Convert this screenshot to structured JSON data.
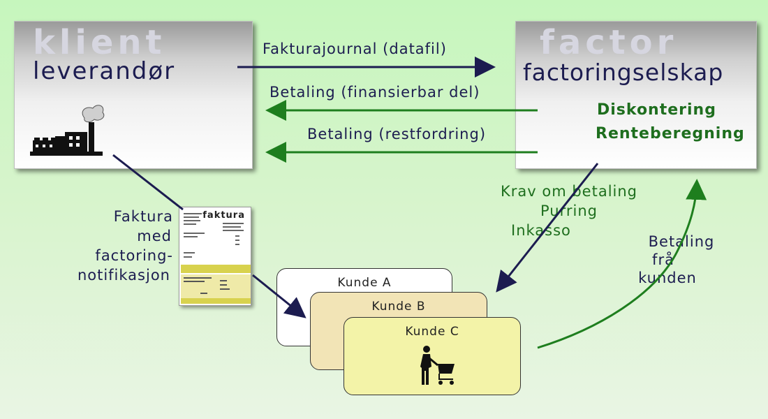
{
  "client_box": {
    "ghost": "klient",
    "title": "leverandør"
  },
  "factor_box": {
    "ghost": "factor",
    "title": "factoringselskap",
    "services": [
      "Diskontering",
      "Renteberegning"
    ]
  },
  "flows": {
    "invoice_journal": "Fakturajournal (datafil)",
    "payment_financeable": "Betaling (finansierbar del)",
    "payment_rest": "Betaling (restfordring)",
    "demand_lines": [
      "Krav om betaling",
      "Purring",
      "Inkasso"
    ],
    "customer_payment_lines": [
      "Betaling",
      "frå",
      "kunden"
    ],
    "invoice_note_lines": [
      "Faktura",
      "med",
      "factoring-",
      "notifikasjon"
    ]
  },
  "invoice_doc": {
    "title": "faktura"
  },
  "customers": [
    "Kunde A",
    "Kunde B",
    "Kunde C"
  ],
  "colors": {
    "navy": "#1c1c50",
    "green": "#1e6e1e",
    "card_a": "#ffffff",
    "card_b": "#f2e4b6",
    "card_c": "#f3f3a8"
  }
}
